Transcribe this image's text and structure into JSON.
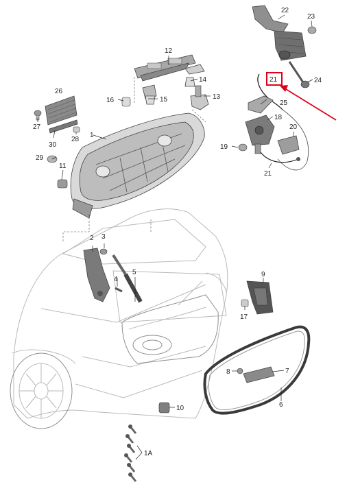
{
  "diagram": {
    "labels": {
      "p1": "1",
      "p1a": "1A",
      "p2": "2",
      "p3": "3",
      "p4": "4",
      "p5": "5",
      "p6": "6",
      "p7": "7",
      "p8": "8",
      "p9": "9",
      "p10": "10",
      "p11": "11",
      "p12": "12",
      "p13": "13",
      "p14": "14",
      "p15": "15",
      "p16": "16",
      "p17": "17",
      "p18": "18",
      "p19": "19",
      "p20": "20",
      "p21": "21",
      "p21b": "21",
      "p22": "22",
      "p23": "23",
      "p24": "24",
      "p25": "25",
      "p26": "26",
      "p27": "27",
      "p28": "28",
      "p29": "29",
      "p30": "30"
    },
    "highlight": {
      "color": "#e0001b",
      "part": "21"
    }
  }
}
